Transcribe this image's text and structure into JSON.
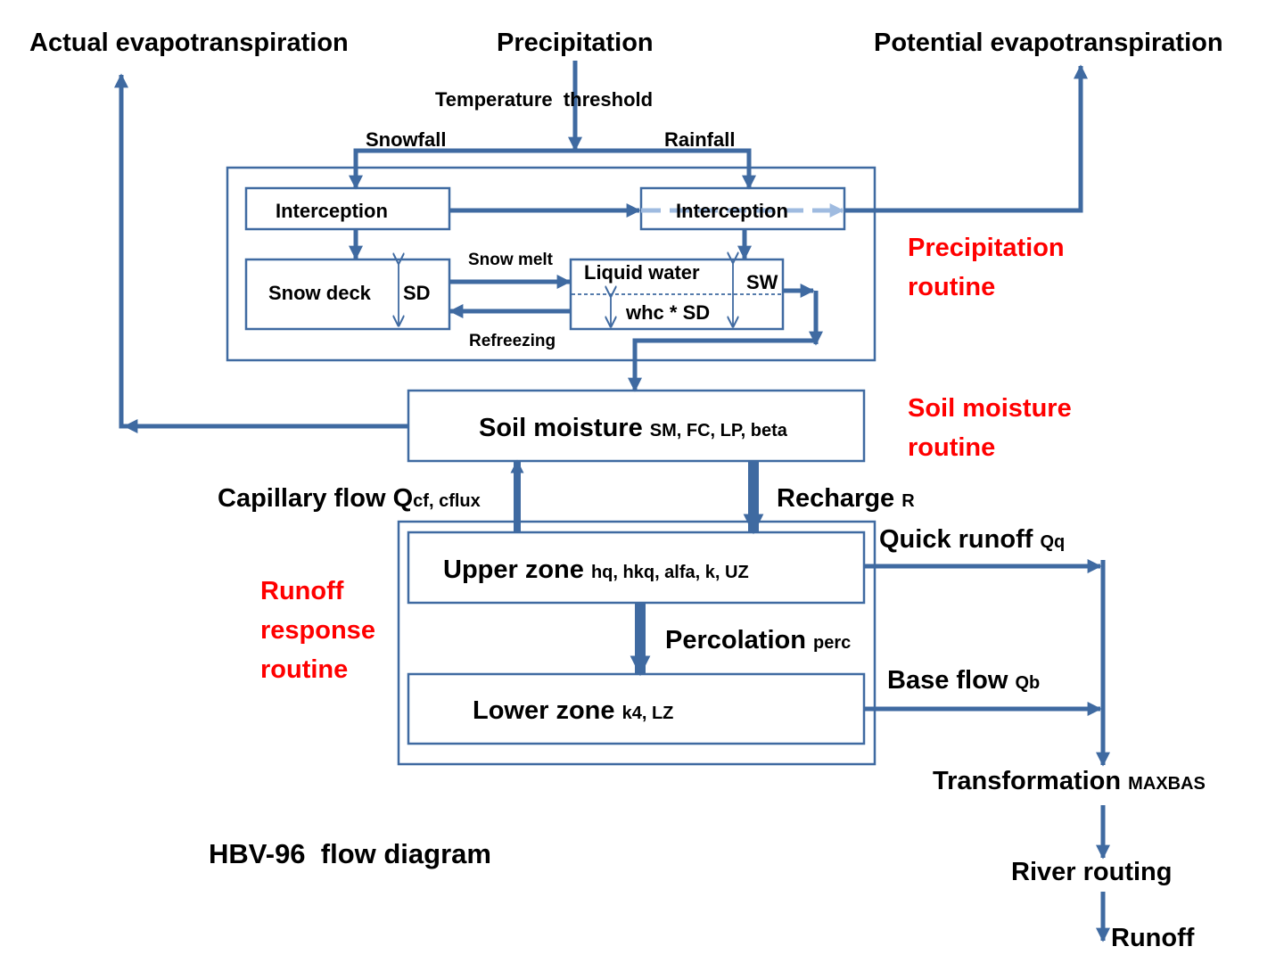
{
  "labels": {
    "actual_et": "Actual evapotranspiration",
    "precipitation": "Precipitation",
    "potential_et": "Potential evapotranspiration",
    "temperature_threshold": "Temperature  threshold",
    "snowfall": "Snowfall",
    "rainfall": "Rainfall",
    "interception_left": "Interception",
    "interception_right": "Interception",
    "snow_melt": "Snow melt",
    "refreezing": "Refreezing",
    "snow_deck": "Snow deck",
    "sd": "SD",
    "liquid_water": "Liquid water",
    "sw": "SW",
    "whc_sd": "whc * SD",
    "soil_moisture": "Soil moisture",
    "soil_moisture_params": "SM, FC, LP, beta",
    "capillary_flow": "Capillary flow Q",
    "capillary_sub": "cf, cflux",
    "recharge": "Recharge",
    "recharge_sub": "R",
    "upper_zone": "Upper zone",
    "upper_zone_params": "hq, hkq, alfa, k, UZ",
    "quick_runoff": "Quick runoff",
    "quick_runoff_sub": "Qq",
    "percolation": "Percolation",
    "percolation_sub": "perc",
    "lower_zone": "Lower zone",
    "lower_zone_params": "k4, LZ",
    "base_flow": "Base flow",
    "base_flow_sub": "Qb",
    "transformation": "Transformation",
    "transformation_sub": "MAXBAS",
    "river_routing": "River routing",
    "runoff": "Runoff",
    "diagram_title": "HBV-96  flow diagram"
  },
  "routines": {
    "precipitation": "Precipitation routine",
    "soil_moisture": "Soil moisture routine",
    "runoff_response": "Runoff response routine"
  },
  "colors": {
    "arrow": "#3f6aa1",
    "box_border": "#3f6aa1",
    "dashed_arrow": "#9fbbe0",
    "routine_text": "#ff0000",
    "text": "#000000"
  }
}
